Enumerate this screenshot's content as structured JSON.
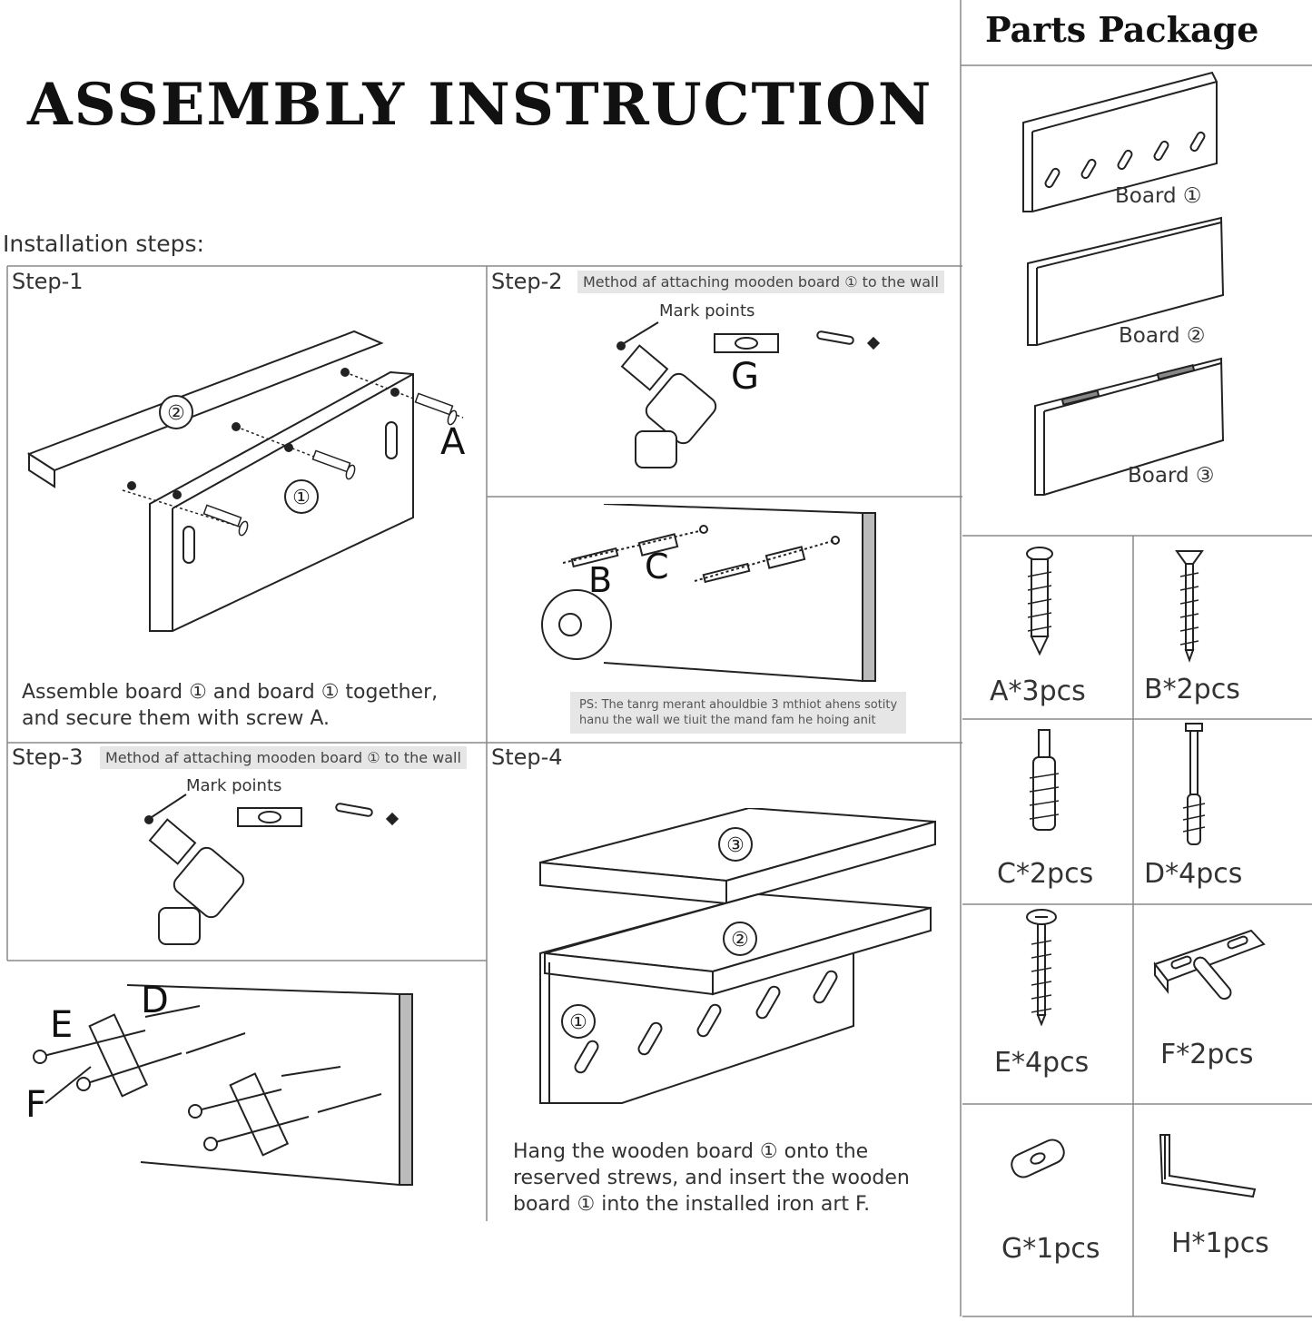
{
  "title": "ASSEMBLY INSTRUCTION",
  "installation_steps_label": "Installation steps:",
  "step1": {
    "label": "Step-1",
    "caption_line1": "Assemble board ① and board ① together,",
    "caption_line2": "and secure them with screw A.",
    "board_top": "②",
    "board_bottom": "①",
    "screw_letter": "A"
  },
  "step2": {
    "label": "Step-2",
    "method": "Method af attaching mooden board ① to the wall",
    "mark_points": "Mark points",
    "level_letter": "G",
    "anchor_letter_b": "B",
    "anchor_letter_c": "C",
    "ps_line1": "PS:  The tanrg merant ahouldbie 3 mthiot ahens sotity",
    "ps_line2": "hanu the wall we tiuit the mand fam he hoing anit"
  },
  "step3": {
    "label": "Step-3",
    "method": "Method af attaching mooden board ① to the wall",
    "mark_points": "Mark points",
    "letter_d": "D",
    "letter_e": "E",
    "letter_f": "F"
  },
  "step4": {
    "label": "Step-4",
    "board_top": "③",
    "board_mid": "②",
    "board_back": "①",
    "caption_line1": "Hang the wooden board ① onto the",
    "caption_line2": "reserved strews, and insert the wooden",
    "caption_line3": "board ① into the installed iron art F."
  },
  "parts": {
    "title": "Parts Package",
    "boards": [
      "Board ①",
      "Board ②",
      "Board ③"
    ],
    "items": [
      {
        "label": "A*3pcs",
        "icon": "screw-a-icon"
      },
      {
        "label": "B*2pcs",
        "icon": "screw-b-icon"
      },
      {
        "label": "C*2pcs",
        "icon": "anchor-c-icon"
      },
      {
        "label": "D*4pcs",
        "icon": "anchor-d-icon"
      },
      {
        "label": "E*4pcs",
        "icon": "screw-e-icon"
      },
      {
        "label": "F*2pcs",
        "icon": "iron-bracket-f-icon"
      },
      {
        "label": "G*1pcs",
        "icon": "level-g-icon"
      },
      {
        "label": "H*1pcs",
        "icon": "hex-key-h-icon"
      }
    ]
  }
}
